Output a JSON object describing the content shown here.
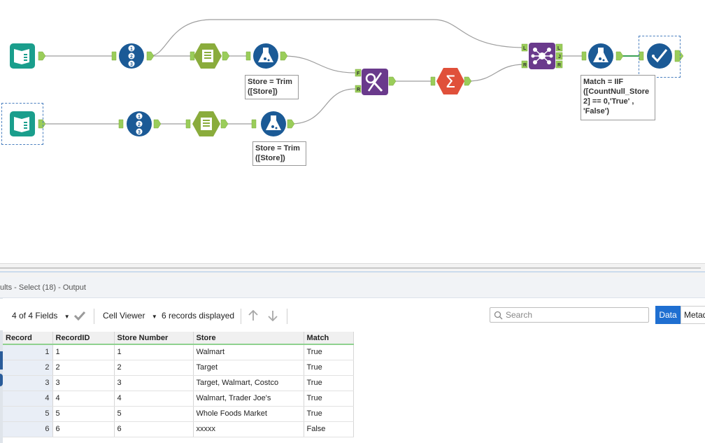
{
  "workflow": {
    "annotations": {
      "trim_top": "Store = Trim\n([Store])",
      "trim_bottom": "Store = Trim\n([Store])",
      "match_formula": "Match = IIF\n([CountNull_Store\n2] == 0,'True' ,\n'False')"
    },
    "anchor_labels": {
      "join_left": "L",
      "join_right": "R",
      "join_l_out": "L",
      "join_j_out": "J",
      "join_r_out": "R",
      "find_f": "F",
      "find_r": "R"
    },
    "colors": {
      "input": "#1a9e8c",
      "recordid": "#1b5a96",
      "select": "#8aac3c",
      "formula": "#1b5a96",
      "findreplace": "#6a3a8c",
      "summarize": "#e0503a",
      "join": "#6a3a8c",
      "browse": "#1b5a96",
      "connector": "#9e9e9e",
      "anchor": "#9acd5a"
    }
  },
  "results": {
    "title": "ults - Select (18) - Output",
    "fields_label": "4 of 4 Fields",
    "viewer_label": "Cell Viewer",
    "records_label": "6 records displayed",
    "search_placeholder": "Search",
    "data_button": "Data",
    "metadata_button": "Metadata",
    "columns": [
      "Record",
      "RecordID",
      "Store Number",
      "Store",
      "Match"
    ],
    "rows": [
      [
        "1",
        "1",
        "1",
        "Walmart",
        "True"
      ],
      [
        "2",
        "2",
        "2",
        "Target",
        "True"
      ],
      [
        "3",
        "3",
        "3",
        "Target, Walmart, Costco",
        "True"
      ],
      [
        "4",
        "4",
        "4",
        "Walmart, Trader Joe's",
        "True"
      ],
      [
        "5",
        "5",
        "5",
        "Whole Foods Market",
        "True"
      ],
      [
        "6",
        "6",
        "6",
        "xxxxx",
        "False"
      ]
    ]
  }
}
